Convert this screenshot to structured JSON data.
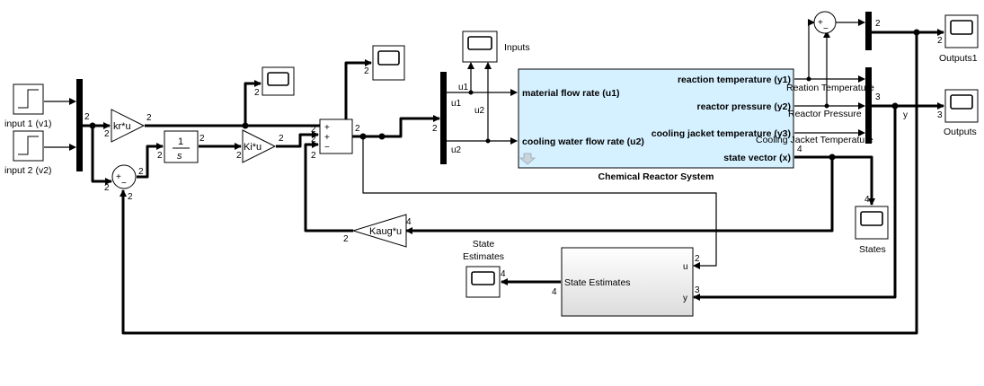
{
  "colors": {
    "plant_fill": "#d5f0ff",
    "estimator_fill_top": "#ffffff",
    "estimator_fill_bottom": "#dcdcdc",
    "signal": "#000000"
  },
  "blocks": {
    "input1": "input 1 (v1)",
    "input2": "input 2 (v2)",
    "kr_gain": "kr*u",
    "integrator_num": "1",
    "integrator_den": "s",
    "ki_gain": "Ki*u",
    "kaug_gain": "Kaug*u",
    "sum_signs": [
      "+",
      "+",
      "−"
    ],
    "sum2_signs": [
      "+",
      "−"
    ],
    "sum3_signs": [
      "+",
      "−"
    ],
    "inputs_scope": "Inputs",
    "states_scope": "States",
    "state_estimates_scope_line1": "State",
    "state_estimates_scope_line2": "Estimates",
    "outputs1_scope": "Outputs1",
    "outputs_scope": "Outputs",
    "estimator_name": "State Estimates",
    "estimator_in_u": "u",
    "estimator_in_y": "y"
  },
  "plant": {
    "name": "Chemical Reactor System",
    "in1": "material flow rate (u1)",
    "in2": "cooling water flow rate (u2)",
    "out1": "reaction temperature (y1)",
    "out2": "reactor pressure (y2)",
    "out3": "cooling jacket temperature (y3)",
    "out4": "state vector (x)"
  },
  "signals": {
    "u1": "u1",
    "u2": "u2",
    "y": "y",
    "reaction_temperature": "Reation Temperature",
    "reactor_pressure": "Reactor Pressure",
    "cooling_jacket_temperature": "Cooling Jacket Temperature"
  },
  "widths": {
    "w2": "2",
    "w3": "3",
    "w4": "4"
  }
}
